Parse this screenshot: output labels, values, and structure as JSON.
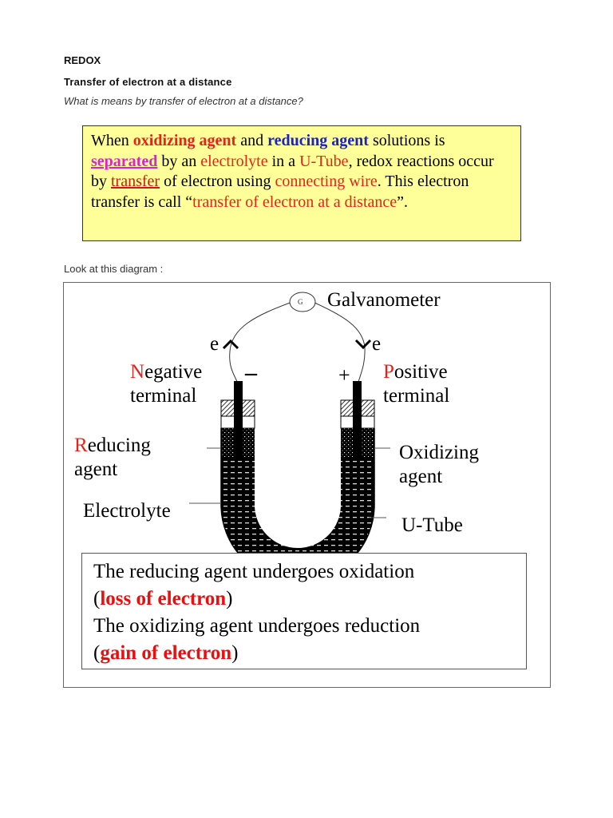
{
  "header": {
    "title": "REDOX",
    "subtitle": "Transfer of electron at a distance",
    "question": "What is means by transfer of electron at a distance?"
  },
  "definition_box": {
    "background_color": "#ffff99",
    "segments": {
      "s1": "When ",
      "s2": "oxidizing agent",
      "s3": " and ",
      "s4": "reducing agent",
      "s5": " solutions is ",
      "s6": "separated",
      "s7": " by an ",
      "s8": "electrolyte",
      "s9": " in a ",
      "s10": "U-Tube",
      "s11": ", redox reactions occur by ",
      "s12": "transfer",
      "s13": " of electron using ",
      "s14": "connecting wire",
      "s15": ". This electron transfer is call “",
      "s16": "transfer of electron at a distance",
      "s17": "”."
    }
  },
  "intro_text": "Look at this diagram  :",
  "diagram": {
    "galvanometer_symbol": "G",
    "galvanometer_label": "Galvanometer",
    "electron_left": "e",
    "electron_right": "e",
    "negative_sign": "–",
    "positive_sign": "+",
    "negative_terminal": {
      "initial": "N",
      "rest": "egative",
      "line2": "terminal"
    },
    "positive_terminal": {
      "initial": "P",
      "rest": "ositive",
      "line2": "terminal"
    },
    "reducing_agent": {
      "initial": "R",
      "rest": "educing",
      "line2": "agent"
    },
    "oxidizing_agent": {
      "line1": "Oxidizing",
      "line2": "agent"
    },
    "electrolyte_label": "Electrolyte",
    "utube_label": "U-Tube",
    "colors": {
      "accent_red": "#e8221b",
      "fill": "#000000"
    }
  },
  "explanation": {
    "line1": "The reducing agent undergoes oxidation",
    "line2_open": "(",
    "line2_red": "loss of electron",
    "line2_close": ")",
    "line3": "The oxidizing agent undergoes reduction",
    "line4_open": "(",
    "line4_red": "gain of electron",
    "line4_close": ")"
  }
}
